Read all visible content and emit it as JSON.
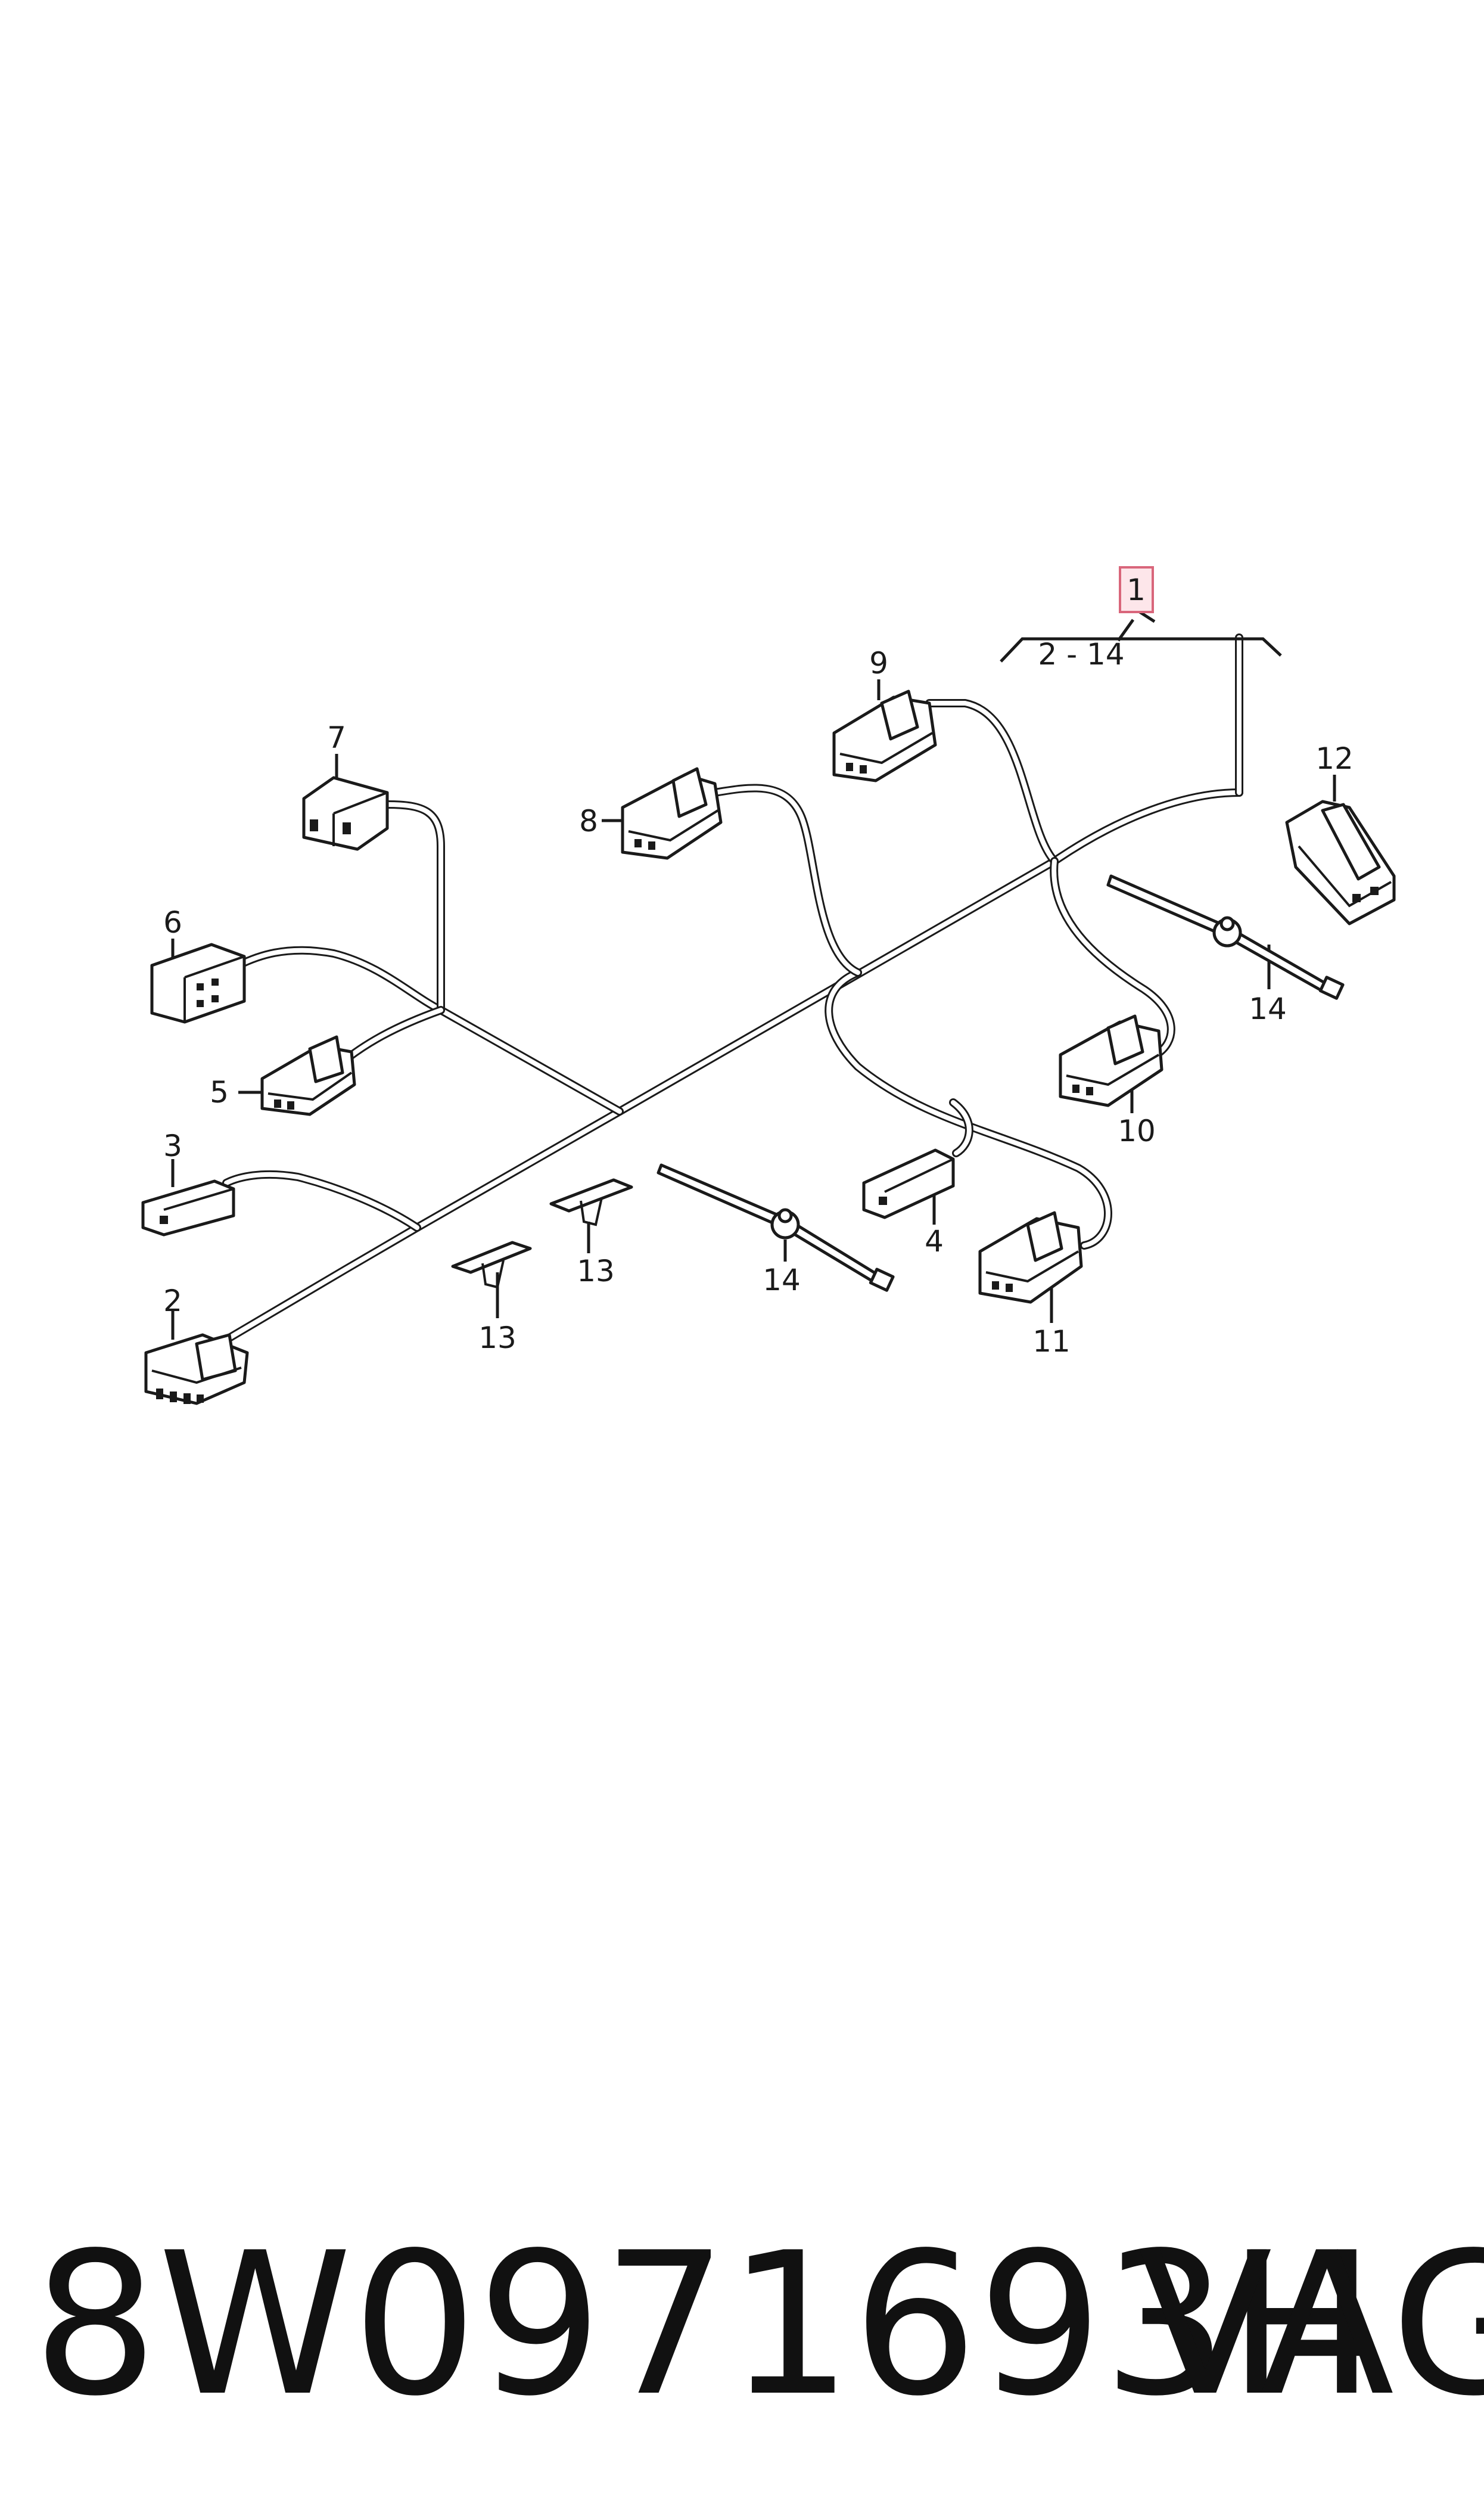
{
  "diagram": {
    "callouts": {
      "c1": "1",
      "range": "2 - 14",
      "c2": "2",
      "c3": "3",
      "c4": "4",
      "c5": "5",
      "c6": "6",
      "c7": "7",
      "c8": "8",
      "c9": "9",
      "c10": "10",
      "c11": "11",
      "c12": "12",
      "c13a": "13",
      "c13b": "13",
      "c14a": "14",
      "c14b": "14"
    }
  },
  "footer": {
    "part_number": "8W0971693H",
    "brand": "VAG"
  }
}
